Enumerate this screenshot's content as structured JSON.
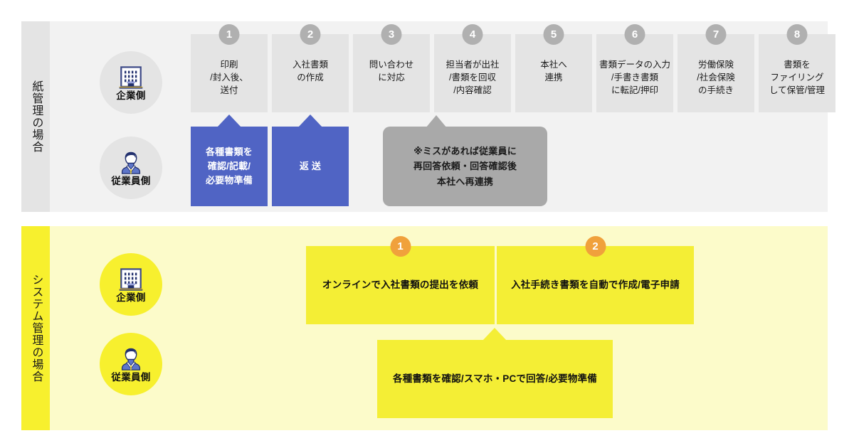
{
  "diagram": {
    "title_paper": "紙管理の場合",
    "title_system": "システム管理の場合"
  },
  "paper_section": {
    "side_label": "紙管理の場合",
    "actors": [
      {
        "icon": "office-building-icon",
        "label": "企業側"
      },
      {
        "icon": "business-person-icon",
        "label": "従業員側"
      }
    ],
    "steps": [
      {
        "number": "1",
        "text": "印刷\n/封入後、\n送付"
      },
      {
        "number": "2",
        "text": "入社書類\nの作成"
      },
      {
        "number": "3",
        "text": "問い合わせ\nに対応"
      },
      {
        "number": "4",
        "text": "担当者が出社\n/書類を回収\n/内容確認"
      },
      {
        "number": "5",
        "text": "本社へ\n連携"
      },
      {
        "number": "6",
        "text": "書類データの入力\n/手書き書類\nに転記/押印"
      },
      {
        "number": "7",
        "text": "労働保険\n/社会保険\nの手続き"
      },
      {
        "number": "8",
        "text": "書類を\nファイリング\nして保管/管理"
      }
    ],
    "employee_boxes": [
      {
        "text": "各種書類を\n確認/記載/\n必要物準備"
      },
      {
        "text": "返 送"
      }
    ],
    "note": {
      "text": "※ミスがあれば従業員に\n再回答依頼・回答確認後\n本社へ再連携"
    }
  },
  "system_section": {
    "side_label": "システム管理の場合",
    "actors": [
      {
        "icon": "office-building-icon",
        "label": "企業側"
      },
      {
        "icon": "business-person-icon",
        "label": "従業員側"
      }
    ],
    "company_boxes": [
      {
        "number": "1",
        "text": "オンラインで入社書類の提出を依頼"
      },
      {
        "number": "2",
        "text": "入社手続き書類を自動で作成/電子申請"
      }
    ],
    "employee_box": {
      "text": "各種書類を確認/スマホ・PCで回答/必要物準備"
    }
  },
  "colors": {
    "paper_background": "#f2f2f2",
    "paper_label_strip": "#e4e4e4",
    "step_box": "#e4e4e4",
    "step_badge": "#b0b0b0",
    "employee_blue": "#5064c4",
    "note_grey": "#a9a9a9",
    "system_background": "#fcfbca",
    "system_label_strip": "#f7f02e",
    "system_box": "#f4ee35",
    "system_badge": "#f0a13c",
    "icon_navy": "#22306e"
  }
}
